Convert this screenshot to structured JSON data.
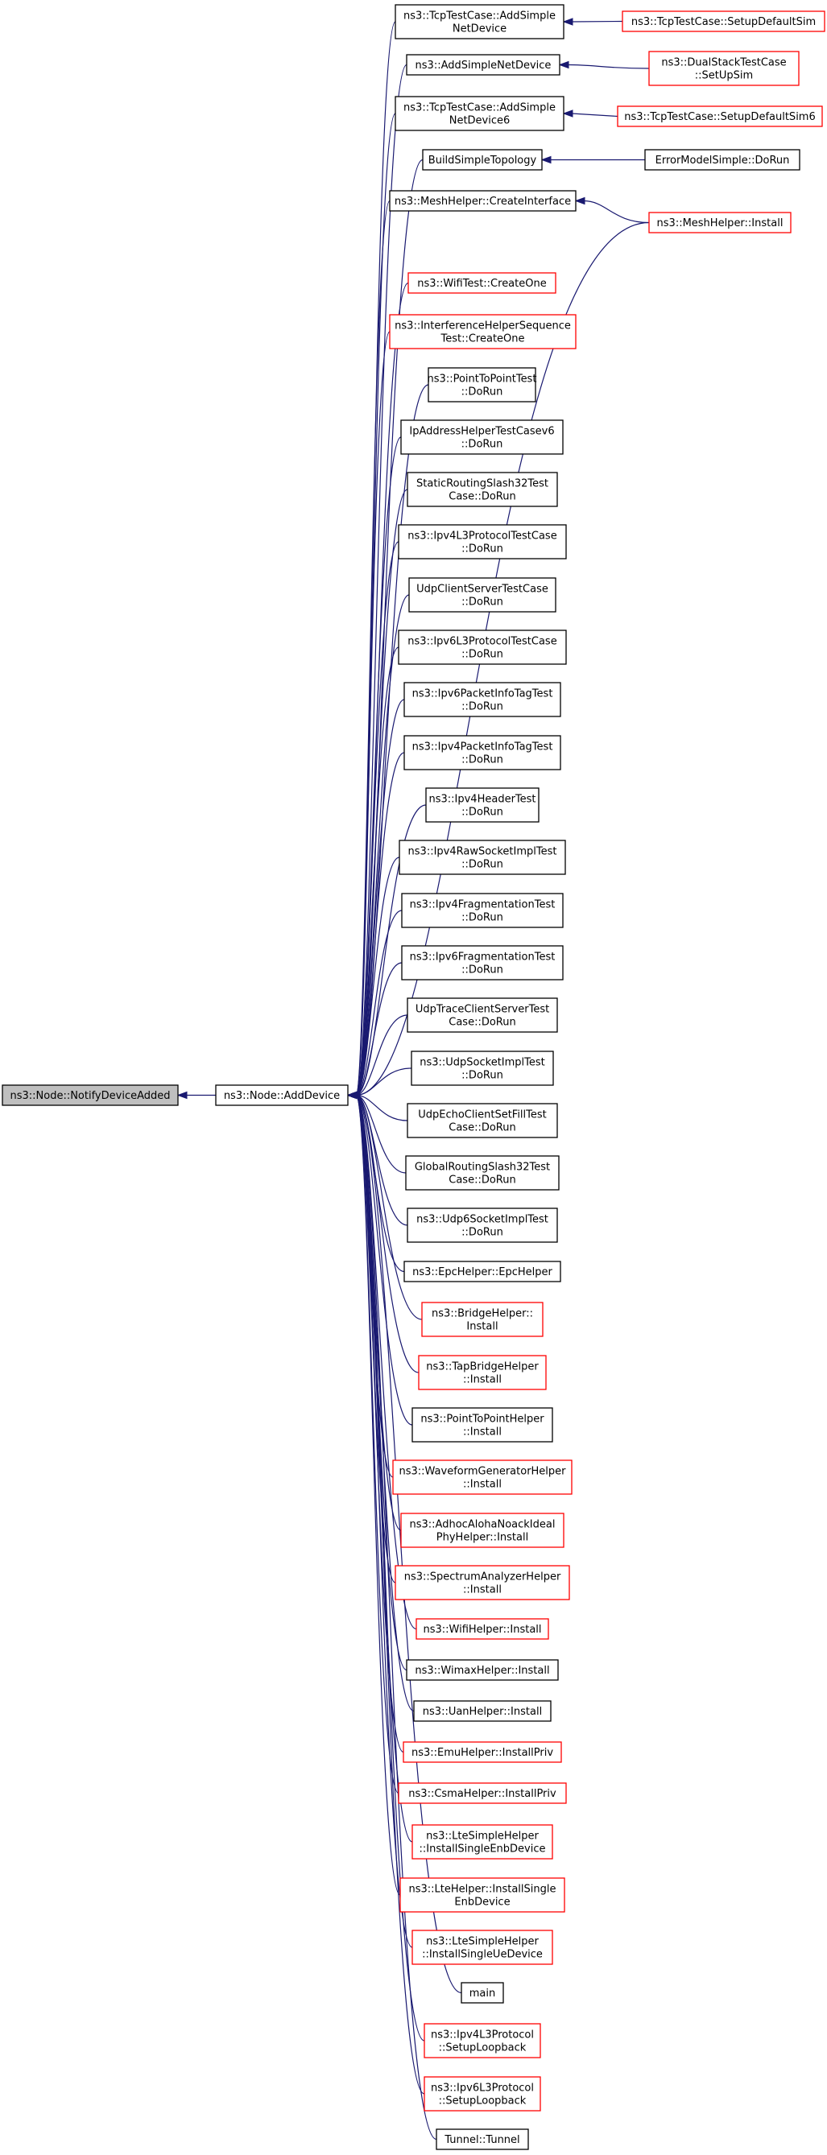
{
  "nodes": [
    {
      "id": "notify",
      "lines": [
        "ns3::Node::NotifyDeviceAdded"
      ],
      "style": "highlighted"
    },
    {
      "id": "adddevice",
      "lines": [
        "ns3::Node::AddDevice"
      ],
      "style": "normal"
    },
    {
      "id": "c1",
      "lines": [
        "ns3::TcpTestCase::AddSimple",
        "NetDevice"
      ],
      "style": "normal"
    },
    {
      "id": "c2",
      "lines": [
        "ns3::AddSimpleNetDevice"
      ],
      "style": "normal"
    },
    {
      "id": "c3",
      "lines": [
        "ns3::TcpTestCase::AddSimple",
        "NetDevice6"
      ],
      "style": "normal"
    },
    {
      "id": "c4",
      "lines": [
        "BuildSimpleTopology"
      ],
      "style": "normal"
    },
    {
      "id": "c5",
      "lines": [
        "ns3::MeshHelper::CreateInterface"
      ],
      "style": "normal"
    },
    {
      "id": "c6",
      "lines": [
        "ns3::WifiTest::CreateOne"
      ],
      "style": "truncated"
    },
    {
      "id": "c7",
      "lines": [
        "ns3::InterferenceHelperSequence",
        "Test::CreateOne"
      ],
      "style": "truncated"
    },
    {
      "id": "c8",
      "lines": [
        "ns3::PointToPointTest",
        "::DoRun"
      ],
      "style": "normal"
    },
    {
      "id": "c9",
      "lines": [
        "IpAddressHelperTestCasev6",
        "::DoRun"
      ],
      "style": "normal"
    },
    {
      "id": "c10",
      "lines": [
        "StaticRoutingSlash32Test",
        "Case::DoRun"
      ],
      "style": "normal"
    },
    {
      "id": "c11",
      "lines": [
        "ns3::Ipv4L3ProtocolTestCase",
        "::DoRun"
      ],
      "style": "normal"
    },
    {
      "id": "c12",
      "lines": [
        "UdpClientServerTestCase",
        "::DoRun"
      ],
      "style": "normal"
    },
    {
      "id": "c13",
      "lines": [
        "ns3::Ipv6L3ProtocolTestCase",
        "::DoRun"
      ],
      "style": "normal"
    },
    {
      "id": "c14",
      "lines": [
        "ns3::Ipv6PacketInfoTagTest",
        "::DoRun"
      ],
      "style": "normal"
    },
    {
      "id": "c15",
      "lines": [
        "ns3::Ipv4PacketInfoTagTest",
        "::DoRun"
      ],
      "style": "normal"
    },
    {
      "id": "c16",
      "lines": [
        "ns3::Ipv4HeaderTest",
        "::DoRun"
      ],
      "style": "normal"
    },
    {
      "id": "c17",
      "lines": [
        "ns3::Ipv4RawSocketImplTest",
        "::DoRun"
      ],
      "style": "normal"
    },
    {
      "id": "c18",
      "lines": [
        "ns3::Ipv4FragmentationTest",
        "::DoRun"
      ],
      "style": "normal"
    },
    {
      "id": "c19",
      "lines": [
        "ns3::Ipv6FragmentationTest",
        "::DoRun"
      ],
      "style": "normal"
    },
    {
      "id": "c20",
      "lines": [
        "UdpTraceClientServerTest",
        "Case::DoRun"
      ],
      "style": "normal"
    },
    {
      "id": "c21",
      "lines": [
        "ns3::UdpSocketImplTest",
        "::DoRun"
      ],
      "style": "normal"
    },
    {
      "id": "c22",
      "lines": [
        "UdpEchoClientSetFillTest",
        "Case::DoRun"
      ],
      "style": "normal"
    },
    {
      "id": "c23",
      "lines": [
        "GlobalRoutingSlash32Test",
        "Case::DoRun"
      ],
      "style": "normal"
    },
    {
      "id": "c24",
      "lines": [
        "ns3::Udp6SocketImplTest",
        "::DoRun"
      ],
      "style": "normal"
    },
    {
      "id": "c25",
      "lines": [
        "ns3::EpcHelper::EpcHelper"
      ],
      "style": "normal"
    },
    {
      "id": "c26",
      "lines": [
        "ns3::BridgeHelper::",
        "Install"
      ],
      "style": "truncated"
    },
    {
      "id": "c27",
      "lines": [
        "ns3::TapBridgeHelper",
        "::Install"
      ],
      "style": "truncated"
    },
    {
      "id": "c28",
      "lines": [
        "ns3::PointToPointHelper",
        "::Install"
      ],
      "style": "normal"
    },
    {
      "id": "c29",
      "lines": [
        "ns3::WaveformGeneratorHelper",
        "::Install"
      ],
      "style": "truncated"
    },
    {
      "id": "c30",
      "lines": [
        "ns3::AdhocAlohaNoackIdeal",
        "PhyHelper::Install"
      ],
      "style": "truncated"
    },
    {
      "id": "c31",
      "lines": [
        "ns3::SpectrumAnalyzerHelper",
        "::Install"
      ],
      "style": "truncated"
    },
    {
      "id": "c32",
      "lines": [
        "ns3::WifiHelper::Install"
      ],
      "style": "truncated"
    },
    {
      "id": "c33",
      "lines": [
        "ns3::WimaxHelper::Install"
      ],
      "style": "normal"
    },
    {
      "id": "c34",
      "lines": [
        "ns3::UanHelper::Install"
      ],
      "style": "normal"
    },
    {
      "id": "c35",
      "lines": [
        "ns3::EmuHelper::InstallPriv"
      ],
      "style": "truncated"
    },
    {
      "id": "c36",
      "lines": [
        "ns3::CsmaHelper::InstallPriv"
      ],
      "style": "truncated"
    },
    {
      "id": "c37",
      "lines": [
        "ns3::LteSimpleHelper",
        "::InstallSingleEnbDevice"
      ],
      "style": "truncated"
    },
    {
      "id": "c38",
      "lines": [
        "ns3::LteHelper::InstallSingle",
        "EnbDevice"
      ],
      "style": "truncated"
    },
    {
      "id": "c39",
      "lines": [
        "ns3::LteSimpleHelper",
        "::InstallSingleUeDevice"
      ],
      "style": "truncated"
    },
    {
      "id": "c40",
      "lines": [
        "main"
      ],
      "style": "normal"
    },
    {
      "id": "c41",
      "lines": [
        "ns3::Ipv4L3Protocol",
        "::SetupLoopback"
      ],
      "style": "truncated"
    },
    {
      "id": "c42",
      "lines": [
        "ns3::Ipv6L3Protocol",
        "::SetupLoopback"
      ],
      "style": "truncated"
    },
    {
      "id": "c43",
      "lines": [
        "Tunnel::Tunnel"
      ],
      "style": "normal"
    },
    {
      "id": "d1",
      "lines": [
        "ns3::TcpTestCase::SetupDefaultSim"
      ],
      "style": "truncated"
    },
    {
      "id": "d2",
      "lines": [
        "ns3::DualStackTestCase",
        "::SetUpSim"
      ],
      "style": "truncated"
    },
    {
      "id": "d3",
      "lines": [
        "ns3::TcpTestCase::SetupDefaultSim6"
      ],
      "style": "truncated"
    },
    {
      "id": "d4",
      "lines": [
        "ErrorModelSimple::DoRun"
      ],
      "style": "normal"
    },
    {
      "id": "d5",
      "lines": [
        "ns3::MeshHelper::Install"
      ],
      "style": "truncated"
    }
  ],
  "edges": [
    [
      "notify",
      "adddevice"
    ],
    [
      "adddevice",
      "c1"
    ],
    [
      "adddevice",
      "c2"
    ],
    [
      "adddevice",
      "c3"
    ],
    [
      "adddevice",
      "c4"
    ],
    [
      "adddevice",
      "c5"
    ],
    [
      "adddevice",
      "d5"
    ],
    [
      "adddevice",
      "c6"
    ],
    [
      "adddevice",
      "c7"
    ],
    [
      "adddevice",
      "c8"
    ],
    [
      "adddevice",
      "c9"
    ],
    [
      "adddevice",
      "c10"
    ],
    [
      "adddevice",
      "c11"
    ],
    [
      "adddevice",
      "c12"
    ],
    [
      "adddevice",
      "c13"
    ],
    [
      "adddevice",
      "c14"
    ],
    [
      "adddevice",
      "c15"
    ],
    [
      "adddevice",
      "c16"
    ],
    [
      "adddevice",
      "c17"
    ],
    [
      "adddevice",
      "c18"
    ],
    [
      "adddevice",
      "c19"
    ],
    [
      "adddevice",
      "c20"
    ],
    [
      "adddevice",
      "c21"
    ],
    [
      "adddevice",
      "c22"
    ],
    [
      "adddevice",
      "c23"
    ],
    [
      "adddevice",
      "c24"
    ],
    [
      "adddevice",
      "c25"
    ],
    [
      "adddevice",
      "c26"
    ],
    [
      "adddevice",
      "c27"
    ],
    [
      "adddevice",
      "c28"
    ],
    [
      "adddevice",
      "c29"
    ],
    [
      "adddevice",
      "c30"
    ],
    [
      "adddevice",
      "c31"
    ],
    [
      "adddevice",
      "c32"
    ],
    [
      "adddevice",
      "c33"
    ],
    [
      "adddevice",
      "c34"
    ],
    [
      "adddevice",
      "c35"
    ],
    [
      "adddevice",
      "c36"
    ],
    [
      "adddevice",
      "c37"
    ],
    [
      "adddevice",
      "c38"
    ],
    [
      "adddevice",
      "c39"
    ],
    [
      "adddevice",
      "c40"
    ],
    [
      "adddevice",
      "c41"
    ],
    [
      "adddevice",
      "c42"
    ],
    [
      "adddevice",
      "c43"
    ],
    [
      "c1",
      "d1"
    ],
    [
      "c2",
      "d2"
    ],
    [
      "c3",
      "d3"
    ],
    [
      "c4",
      "d4"
    ],
    [
      "c5",
      "d5"
    ]
  ],
  "colors": {
    "edge": "#191970",
    "truncated_border": "#ff0000",
    "normal_border": "#000000",
    "highlighted_fill": "#bfbfbf"
  }
}
